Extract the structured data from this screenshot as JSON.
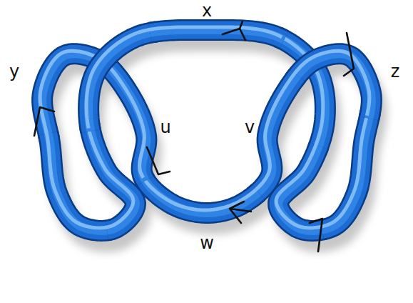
{
  "diagram": {
    "labels": [
      "x",
      "y",
      "z",
      "u",
      "v",
      "w"
    ]
  }
}
